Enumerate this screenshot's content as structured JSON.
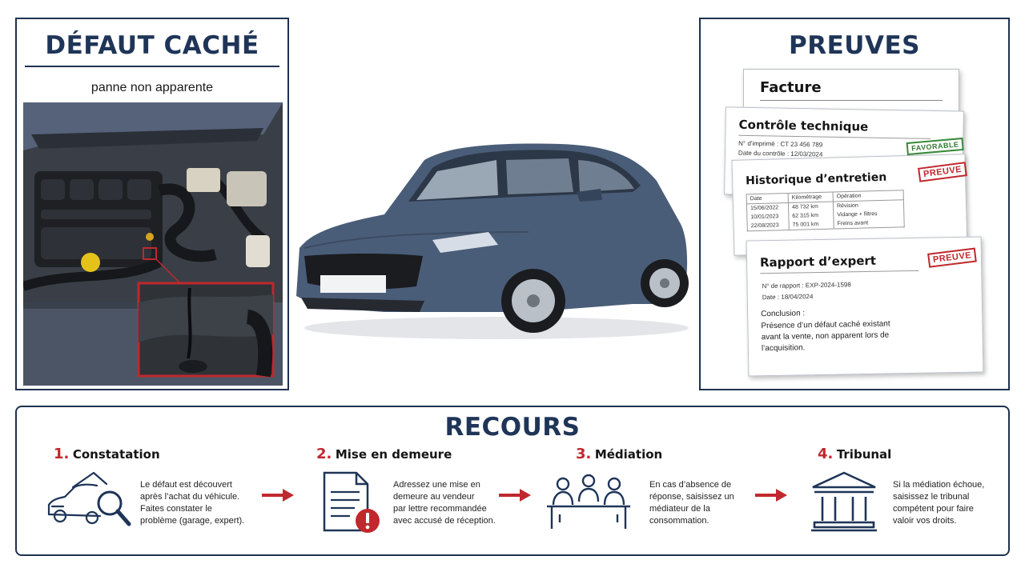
{
  "defect": {
    "title": "DÉFAUT CACHÉ",
    "subtitle": "panne non apparente"
  },
  "proofs": {
    "title": "PREUVES",
    "invoice": {
      "title": "Facture"
    },
    "inspection": {
      "title": "Contrôle technique",
      "line1": "N° d'imprimé : CT 23 456 789",
      "line2": "Date du contrôle : 12/03/2024",
      "stamp": "FAVORABLE"
    },
    "maintenance": {
      "title": "Historique d’entretien",
      "stamp": "PREUVE",
      "headers": [
        "Date",
        "Kilométrage",
        "Opération"
      ],
      "rows": [
        [
          "15/06/2022",
          "48 732 km",
          "Révision"
        ],
        [
          "10/01/2023",
          "62 315 km",
          "Vidange + filtres"
        ],
        [
          "22/08/2023",
          "75 001 km",
          "Freins avant"
        ]
      ]
    },
    "expert": {
      "title": "Rapport d’expert",
      "stamp": "PREUVE",
      "line1": "N° de rapport : EXP-2024-1598",
      "line2": "Date : 18/04/2024",
      "conclusion_label": "Conclusion :",
      "conclusion_l1": "Présence d’un défaut caché existant",
      "conclusion_l2": "avant la vente, non apparent lors de",
      "conclusion_l3": "l’acquisition."
    }
  },
  "recourse": {
    "title": "RECOURS",
    "steps": [
      {
        "num": "1.",
        "label": "Constatation",
        "icon": "car-inspection-icon",
        "lines": [
          "Le défaut est découvert",
          "après l’achat du véhicule.",
          "Faites constater le",
          "problème (garage, expert)."
        ]
      },
      {
        "num": "2.",
        "label": "Mise en demeure",
        "icon": "letter-warning-icon",
        "lines": [
          "Adressez une mise en",
          "demeure au vendeur",
          "par lettre recommandée",
          "avec accusé de réception."
        ]
      },
      {
        "num": "3.",
        "label": "Médiation",
        "icon": "meeting-table-icon",
        "lines": [
          "En cas d’absence de",
          "réponse, saisissez un",
          "médiateur de la",
          "consommation."
        ]
      },
      {
        "num": "4.",
        "label": "Tribunal",
        "icon": "courthouse-icon",
        "lines": [
          "Si la médiation échoue,",
          "saisissez le tribunal",
          "compétent pour faire",
          "valoir vos droits."
        ]
      }
    ]
  },
  "colors": {
    "navy": "#1f3558",
    "accent_red": "#c0282d",
    "stamp_green": "#2f7a2f",
    "car_body": "#4a5d78"
  }
}
